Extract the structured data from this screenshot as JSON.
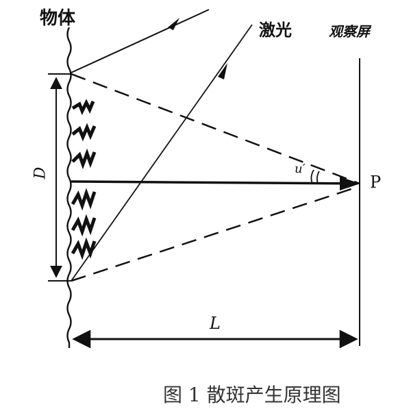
{
  "labels": {
    "object": "物体",
    "laser": "激光",
    "screen": "观察屏",
    "D": "D",
    "P": "P",
    "u": "u′",
    "L": "L"
  },
  "caption": "图 1 散斑产生原理图",
  "colors": {
    "line": "#111111",
    "background": "#ffffff"
  }
}
